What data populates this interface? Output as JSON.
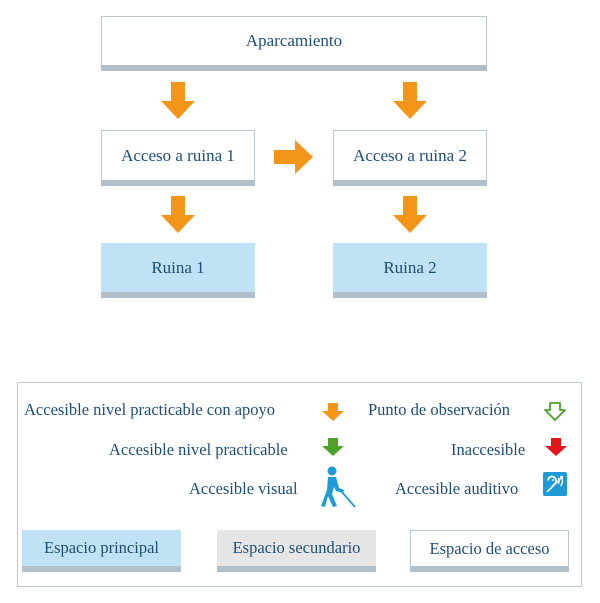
{
  "diagram": {
    "nodes": {
      "aparcamiento": "Aparcamiento",
      "acceso1": "Acceso a ruina 1",
      "acceso2": "Acceso a ruina 2",
      "ruina1": "Ruina 1",
      "ruina2": "Ruina 2"
    }
  },
  "legend": {
    "apoyo": "Accesible nivel practicable con apoyo",
    "observacion": "Punto de observación",
    "practicable": "Accesible nivel practicable",
    "inaccesible": "Inaccesible",
    "visual": "Accesible visual",
    "auditivo": "Accesible auditivo",
    "principal": "Espacio principal",
    "secundario": "Espacio secundario",
    "acceso": "Espacio de acceso"
  },
  "colors": {
    "orange": "#f29519",
    "green": "#4ea22a",
    "red": "#e3141b",
    "blue_icon": "#1e9bd7",
    "main_space": "#bfe3f4",
    "secondary_space": "#e6e6e6",
    "text": "#1f4e79"
  }
}
